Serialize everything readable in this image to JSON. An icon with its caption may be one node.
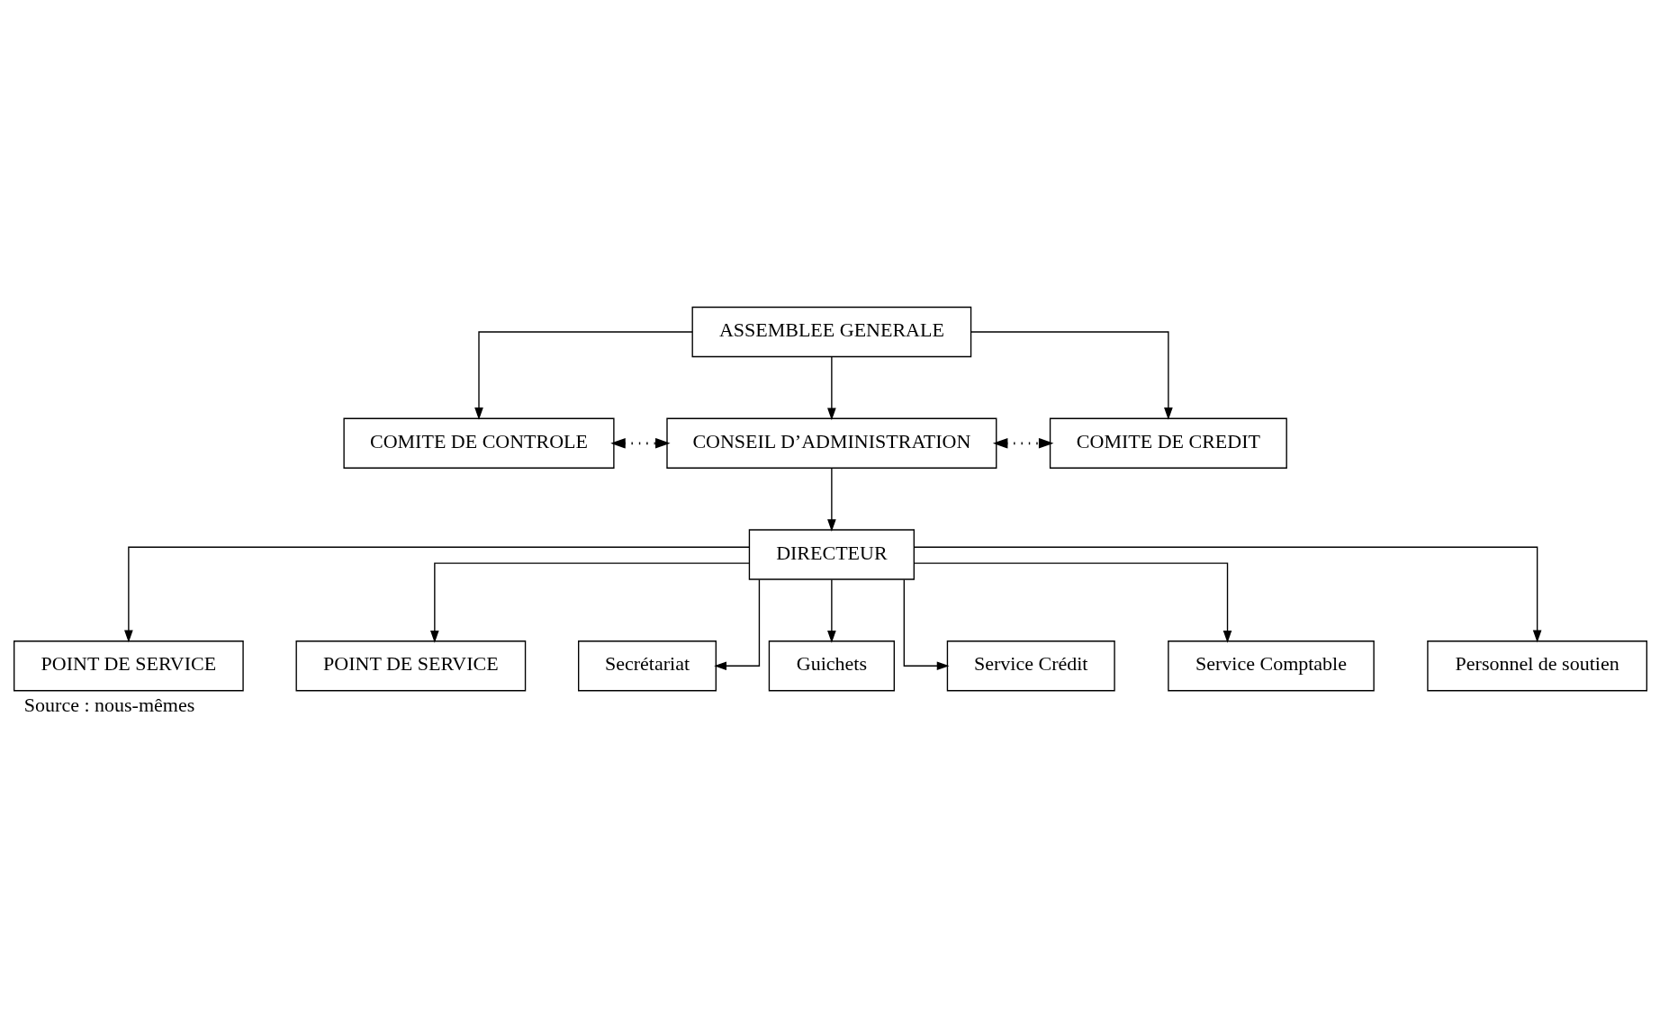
{
  "diagram": {
    "caption": "Source : nous-mêmes",
    "nodes": [
      {
        "text": [
          "ASSEMBLEE GENERALE"
        ]
      },
      {
        "text": [
          "COMITE DE CONTROLE"
        ]
      },
      {
        "text": [
          "CONSEIL D’ADMINISTRATION"
        ]
      },
      {
        "text": [
          "COMITE DE CREDIT"
        ]
      },
      {
        "text": [
          "DIRECTEUR"
        ]
      },
      {
        "text": [
          "POINT DE SERVICE"
        ]
      },
      {
        "text": [
          "POINT DE SERVICE"
        ]
      },
      {
        "text": [
          "Secrétariat"
        ]
      },
      {
        "text": [
          "Guichets"
        ]
      },
      {
        "text": [
          "Service Crédit"
        ]
      },
      {
        "text": [
          "Service Comptable"
        ]
      },
      {
        "text": [
          "Personnel de soutien"
        ]
      }
    ],
    "edges": [
      {
        "from": 0,
        "to": 1,
        "arrow": "to"
      },
      {
        "from": 0,
        "to": 2,
        "arrow": "to"
      },
      {
        "from": 0,
        "to": 3,
        "arrow": "to"
      },
      {
        "from": 1,
        "to": 2,
        "arrow": "both",
        "style": "dashed"
      },
      {
        "from": 2,
        "to": 3,
        "arrow": "both",
        "style": "dashed"
      },
      {
        "from": 2,
        "to": 4,
        "arrow": "to"
      },
      {
        "from": 4,
        "to": 5,
        "arrow": "to"
      },
      {
        "from": 4,
        "to": 6,
        "arrow": "to"
      },
      {
        "from": 4,
        "to": 7,
        "arrow": "to"
      },
      {
        "from": 4,
        "to": 8,
        "arrow": "to"
      },
      {
        "from": 4,
        "to": 9,
        "arrow": "to"
      },
      {
        "from": 4,
        "to": 10,
        "arrow": "to"
      },
      {
        "from": 4,
        "to": 11,
        "arrow": "to"
      }
    ]
  }
}
